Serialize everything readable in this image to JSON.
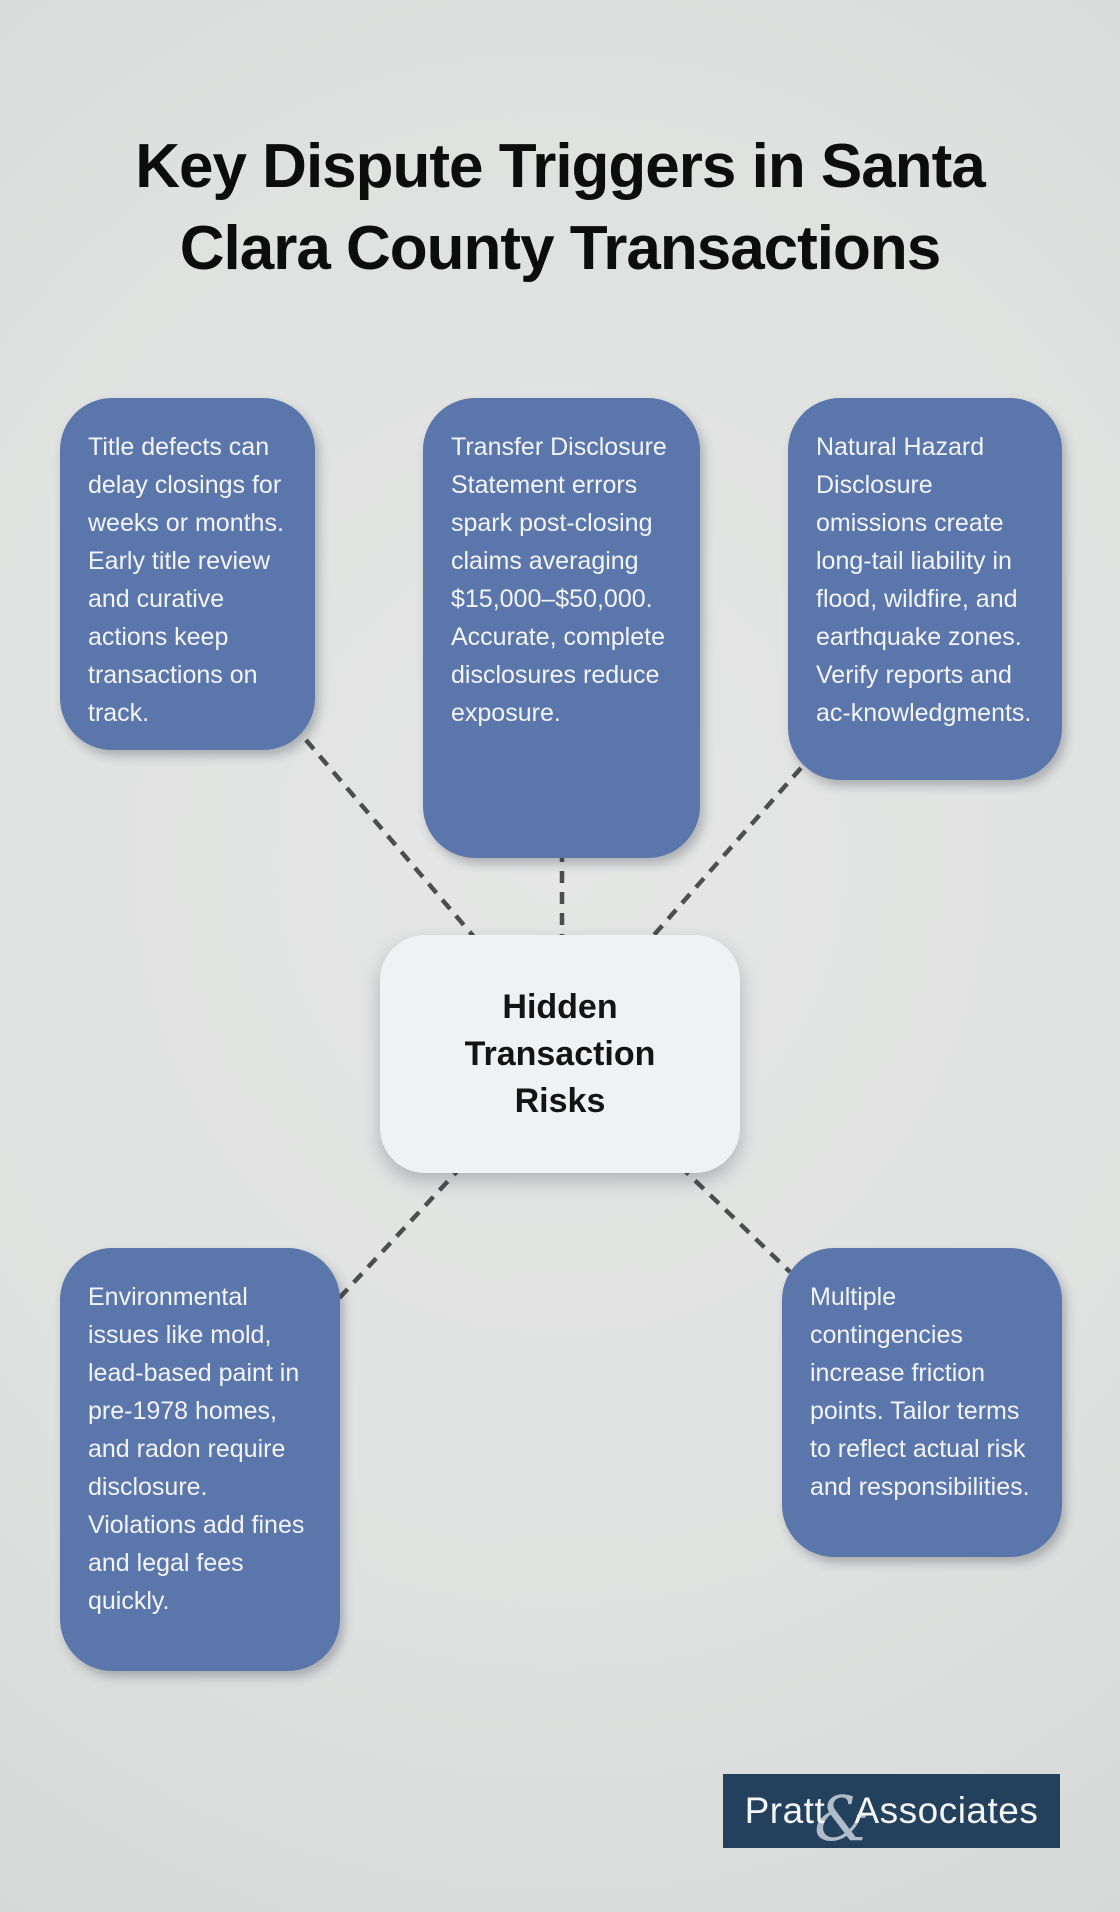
{
  "title": "Key Dispute Triggers in Santa Clara County Transactions",
  "center_node": {
    "label": "Hidden Transaction Risks"
  },
  "nodes": [
    {
      "id": "title-defects",
      "text": "Title defects can delay closings for weeks or months. Early title review and curative actions keep transactions on track."
    },
    {
      "id": "tds-errors",
      "text": "Transfer Disclosure Statement errors spark post-closing claims averaging $15,000–$50,000. Accurate, complete disclosures reduce exposure."
    },
    {
      "id": "nhd-omissions",
      "text": "Natural Hazard Disclosure omissions create long-tail liability in flood, wildfire, and earthquake zones. Verify reports and ac-knowledgments."
    },
    {
      "id": "environmental",
      "text": "Environmental issues like mold, lead-based paint in pre-1978 homes, and radon require disclosure. Violations add fines and legal fees quickly."
    },
    {
      "id": "contingencies",
      "text": "Multiple contingencies increase friction points. Tailor terms to reflect actual risk and responsibilities."
    }
  ],
  "logo": {
    "prefix": "Pratt",
    "ampersand": "&",
    "suffix": "Associates"
  },
  "colors": {
    "background": "#dfe1e0",
    "card_blue": "#5b76ab",
    "card_text": "#f3f5f9",
    "center_node_bg": "#f0f1f2",
    "connector_gray": "#4c4f4e",
    "logo_navy": "#23405c",
    "title_black": "#0d0d0d"
  }
}
